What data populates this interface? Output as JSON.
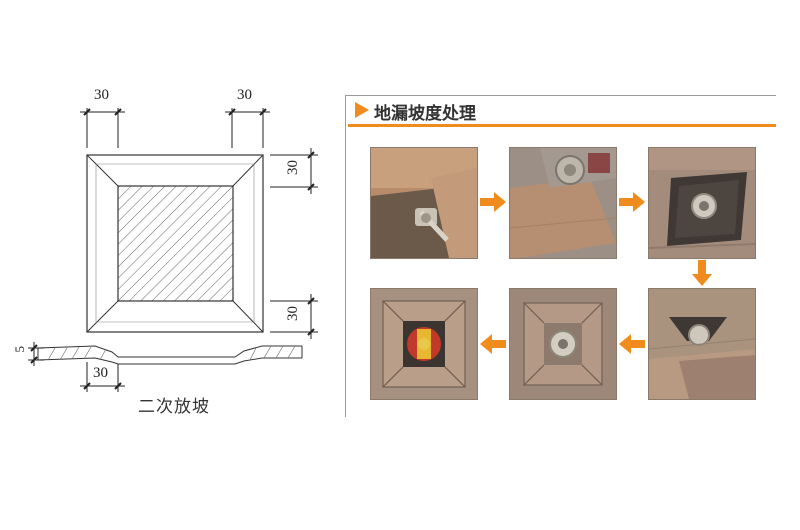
{
  "drawing": {
    "dimensions": {
      "top_left": "30",
      "top_right": "30",
      "right_top": "30",
      "right_bottom": "30",
      "section_left": "5",
      "section_bottom": "30"
    },
    "caption": "二次放坡"
  },
  "panel": {
    "title": "地漏坡度处理",
    "accent_color": "#f08c1e",
    "steps": [
      {
        "order": 1,
        "label": "",
        "icon": "drain-pipe-in-recess"
      },
      {
        "order": 2,
        "label": "",
        "icon": "drain-cutting-tiles"
      },
      {
        "order": 3,
        "label": "",
        "icon": "drain-square-recess"
      },
      {
        "order": 4,
        "label": "",
        "icon": "drain-slope-forming"
      },
      {
        "order": 5,
        "label": "",
        "icon": "drain-tiled-slope"
      },
      {
        "order": 6,
        "label": "",
        "icon": "drain-with-cover"
      }
    ]
  }
}
